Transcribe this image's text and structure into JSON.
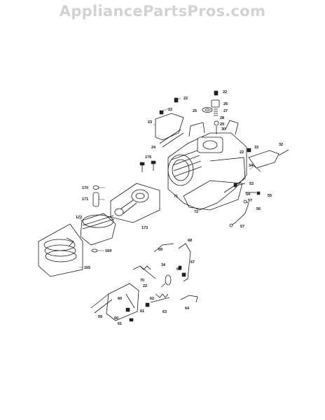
{
  "watermark": "AppliancePartsPros.com",
  "callouts": [
    "22",
    "22",
    "22",
    "26",
    "27",
    "25",
    "28",
    "29",
    "30",
    "23",
    "24",
    "33",
    "32",
    "22",
    "34",
    "176",
    "71",
    "72",
    "53",
    "54",
    "55",
    "57",
    "56",
    "57",
    "170",
    "171",
    "172",
    "173",
    "169",
    "165",
    "69",
    "68",
    "34",
    "70",
    "67",
    "66",
    "22",
    "62",
    "60",
    "63",
    "61",
    "64",
    "59",
    "60",
    "61"
  ]
}
